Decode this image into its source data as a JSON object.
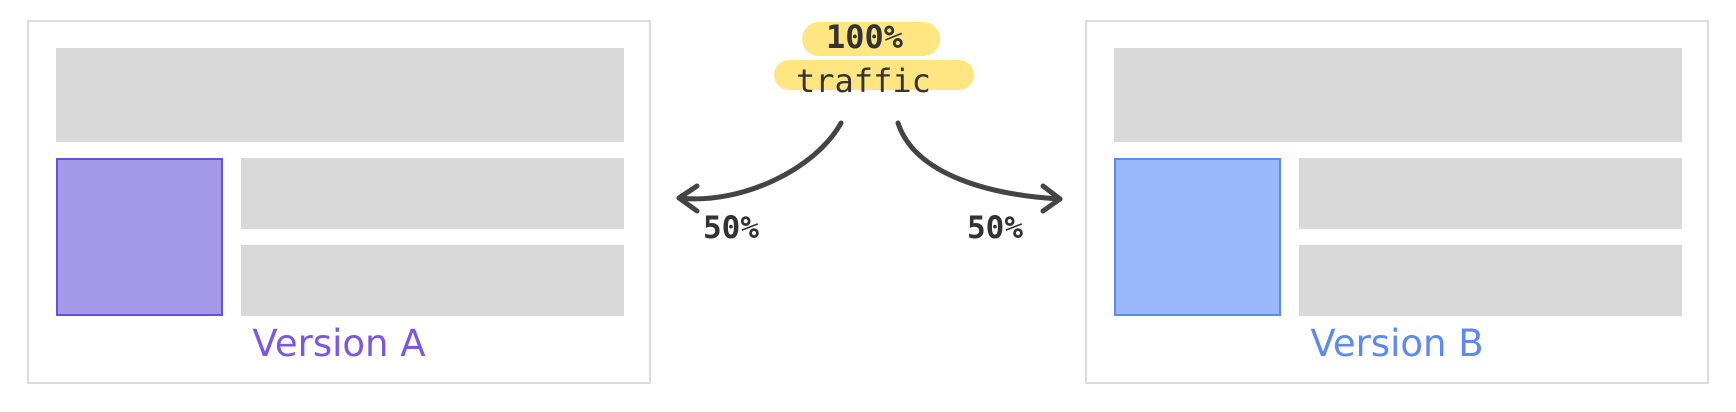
{
  "variants": [
    {
      "id": "a",
      "label": "Version A",
      "accent": "#7b57e6",
      "fill": "#a399e6",
      "border": "#6a4fdc"
    },
    {
      "id": "b",
      "label": "Version B",
      "accent": "#5c8af5",
      "fill": "#9cb8fc",
      "border": "#5c8af5"
    }
  ],
  "traffic": {
    "percent": "100%",
    "word": "traffic",
    "highlight_color": "#ffe680"
  },
  "splits": {
    "left": "50%",
    "right": "50%"
  },
  "colors": {
    "placeholder_block": "#d9d9d9",
    "frame_border": "#dcdcdc",
    "arrow": "#444444"
  }
}
